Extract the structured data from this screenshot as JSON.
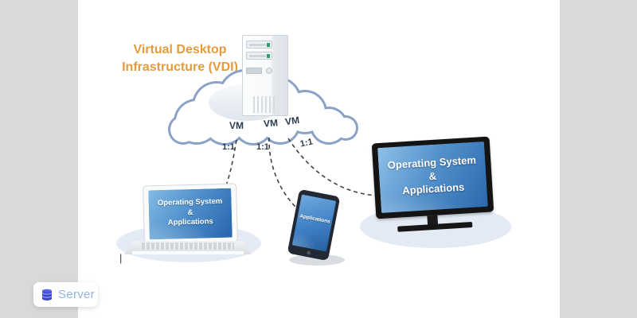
{
  "title": {
    "line1": "Virtual Desktop",
    "line2": "Infrastructure (VDI)",
    "color": "#e59b3c"
  },
  "cloud": {
    "vm_labels": [
      "VM",
      "VM",
      "VM"
    ],
    "ratio_labels": [
      "1:1",
      "1:1",
      "1:1"
    ],
    "outline_color": "#8ba1c7"
  },
  "devices": {
    "laptop": {
      "screen_lines": [
        "Operating System",
        "&",
        "Applications"
      ]
    },
    "tablet": {
      "screen_lines": [
        "Applications"
      ]
    },
    "tv": {
      "screen_lines": [
        "Operating System",
        "&",
        "Applications"
      ]
    }
  },
  "branding": {
    "label": "Server",
    "text_color": "#92b2df",
    "icon_color": "#3b48cb"
  },
  "misc": {
    "cursor_mark": "|"
  },
  "colors": {
    "page_background": "#d9d9d9",
    "stage_background": "#ffffff",
    "screen_blue_dark": "#2764ab",
    "screen_blue_light": "#8fc0e8",
    "dash_line": "#3d4449",
    "led_green": "#2f9e6d"
  }
}
